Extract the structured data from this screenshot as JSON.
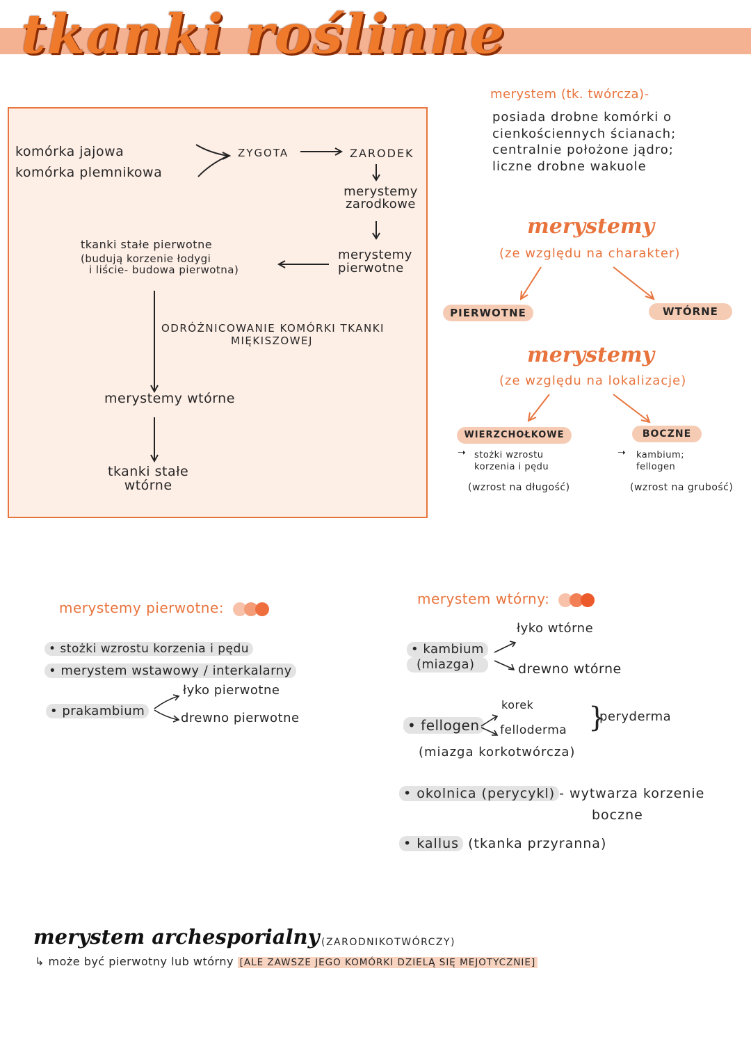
{
  "title": "tkanki roślinne",
  "colors": {
    "accent": "#e8733c",
    "band": "#f5b292",
    "pill": "#f6cbb3",
    "box_bg": "#fdeee6",
    "box_border": "#e8733c"
  },
  "flow": {
    "egg": "komórka jajowa",
    "sperm": "komórka plemnikowa",
    "zygote": "ZYGOTA",
    "embryo": "ZARODEK",
    "embryonic": [
      "merystemy",
      "zarodkowe"
    ],
    "primary_merist": [
      "merystemy",
      "pierwotne"
    ],
    "permanent_primary": [
      "tkanki stałe pierwotne",
      "(budują korzenie łodygi",
      "i liście- budowa pierwotna)"
    ],
    "dedifferentiation": [
      "ODRÓŻNICOWANIE KOMÓRKI TKANKI",
      "MIĘKISZOWEJ"
    ],
    "secondary_merist": "merystemy wtórne",
    "permanent_secondary": [
      "tkanki stałe",
      "wtórne"
    ]
  },
  "merystem_def": {
    "heading": "merystem (tk. twórcza)-",
    "lines": [
      "posiada drobne komórki o",
      "cienkościennych ścianach;",
      "centralnie położone jądro;",
      "liczne drobne wakuole"
    ]
  },
  "by_character": {
    "title": "merystemy",
    "subtitle": "(ze względu na charakter)",
    "left": "PIERWOTNE",
    "right": "WTÓRNE"
  },
  "by_location": {
    "title": "merystemy",
    "subtitle": "(ze względu na lokalizacje)",
    "left": "WIERZCHOŁKOWE",
    "left_desc": [
      "stożki wzrostu",
      "korzenia i pędu"
    ],
    "left_note": "(wzrost na długość)",
    "right": "BOCZNE",
    "right_desc": [
      "kambium;",
      "fellogen"
    ],
    "right_note": "(wzrost na grubość)"
  },
  "primary": {
    "heading": "merystemy pierwotne:",
    "item1": "• stożki wzrostu korzenia i pędu",
    "item2": "• merystem wstawowy / interkalarny",
    "item3": "• prakambium",
    "item3_a": "łyko pierwotne",
    "item3_b": "drewno pierwotne"
  },
  "secondary": {
    "heading": "merystem wtórny:",
    "kambium": [
      "• kambium",
      "(miazga)"
    ],
    "kambium_a": "łyko wtórne",
    "kambium_b": "drewno wtórne",
    "fellogen": "• fellogen",
    "fellogen_sub": "(miazga korkotwórcza)",
    "fellogen_a": "korek",
    "fellogen_b": "fellodermа",
    "peryderma": "peryderma",
    "okolnica": "• okolnica (perycykl)",
    "okolnica_desc": [
      "- wytwarza korzenie",
      "boczne"
    ],
    "kallus": "• kallus",
    "kallus_desc": "(tkanka przyranna)"
  },
  "archesporial": {
    "title": "merystem archesporialny",
    "title_note": "(ZARODNIKOTWÓRCZY)",
    "arrow": "↳",
    "text": "może być pierwotny lub wtórny",
    "highlight": "[ALE ZAWSZE JEGO KOMÓRKI DZIELĄ SIĘ MEJOTYCZNIE]"
  }
}
